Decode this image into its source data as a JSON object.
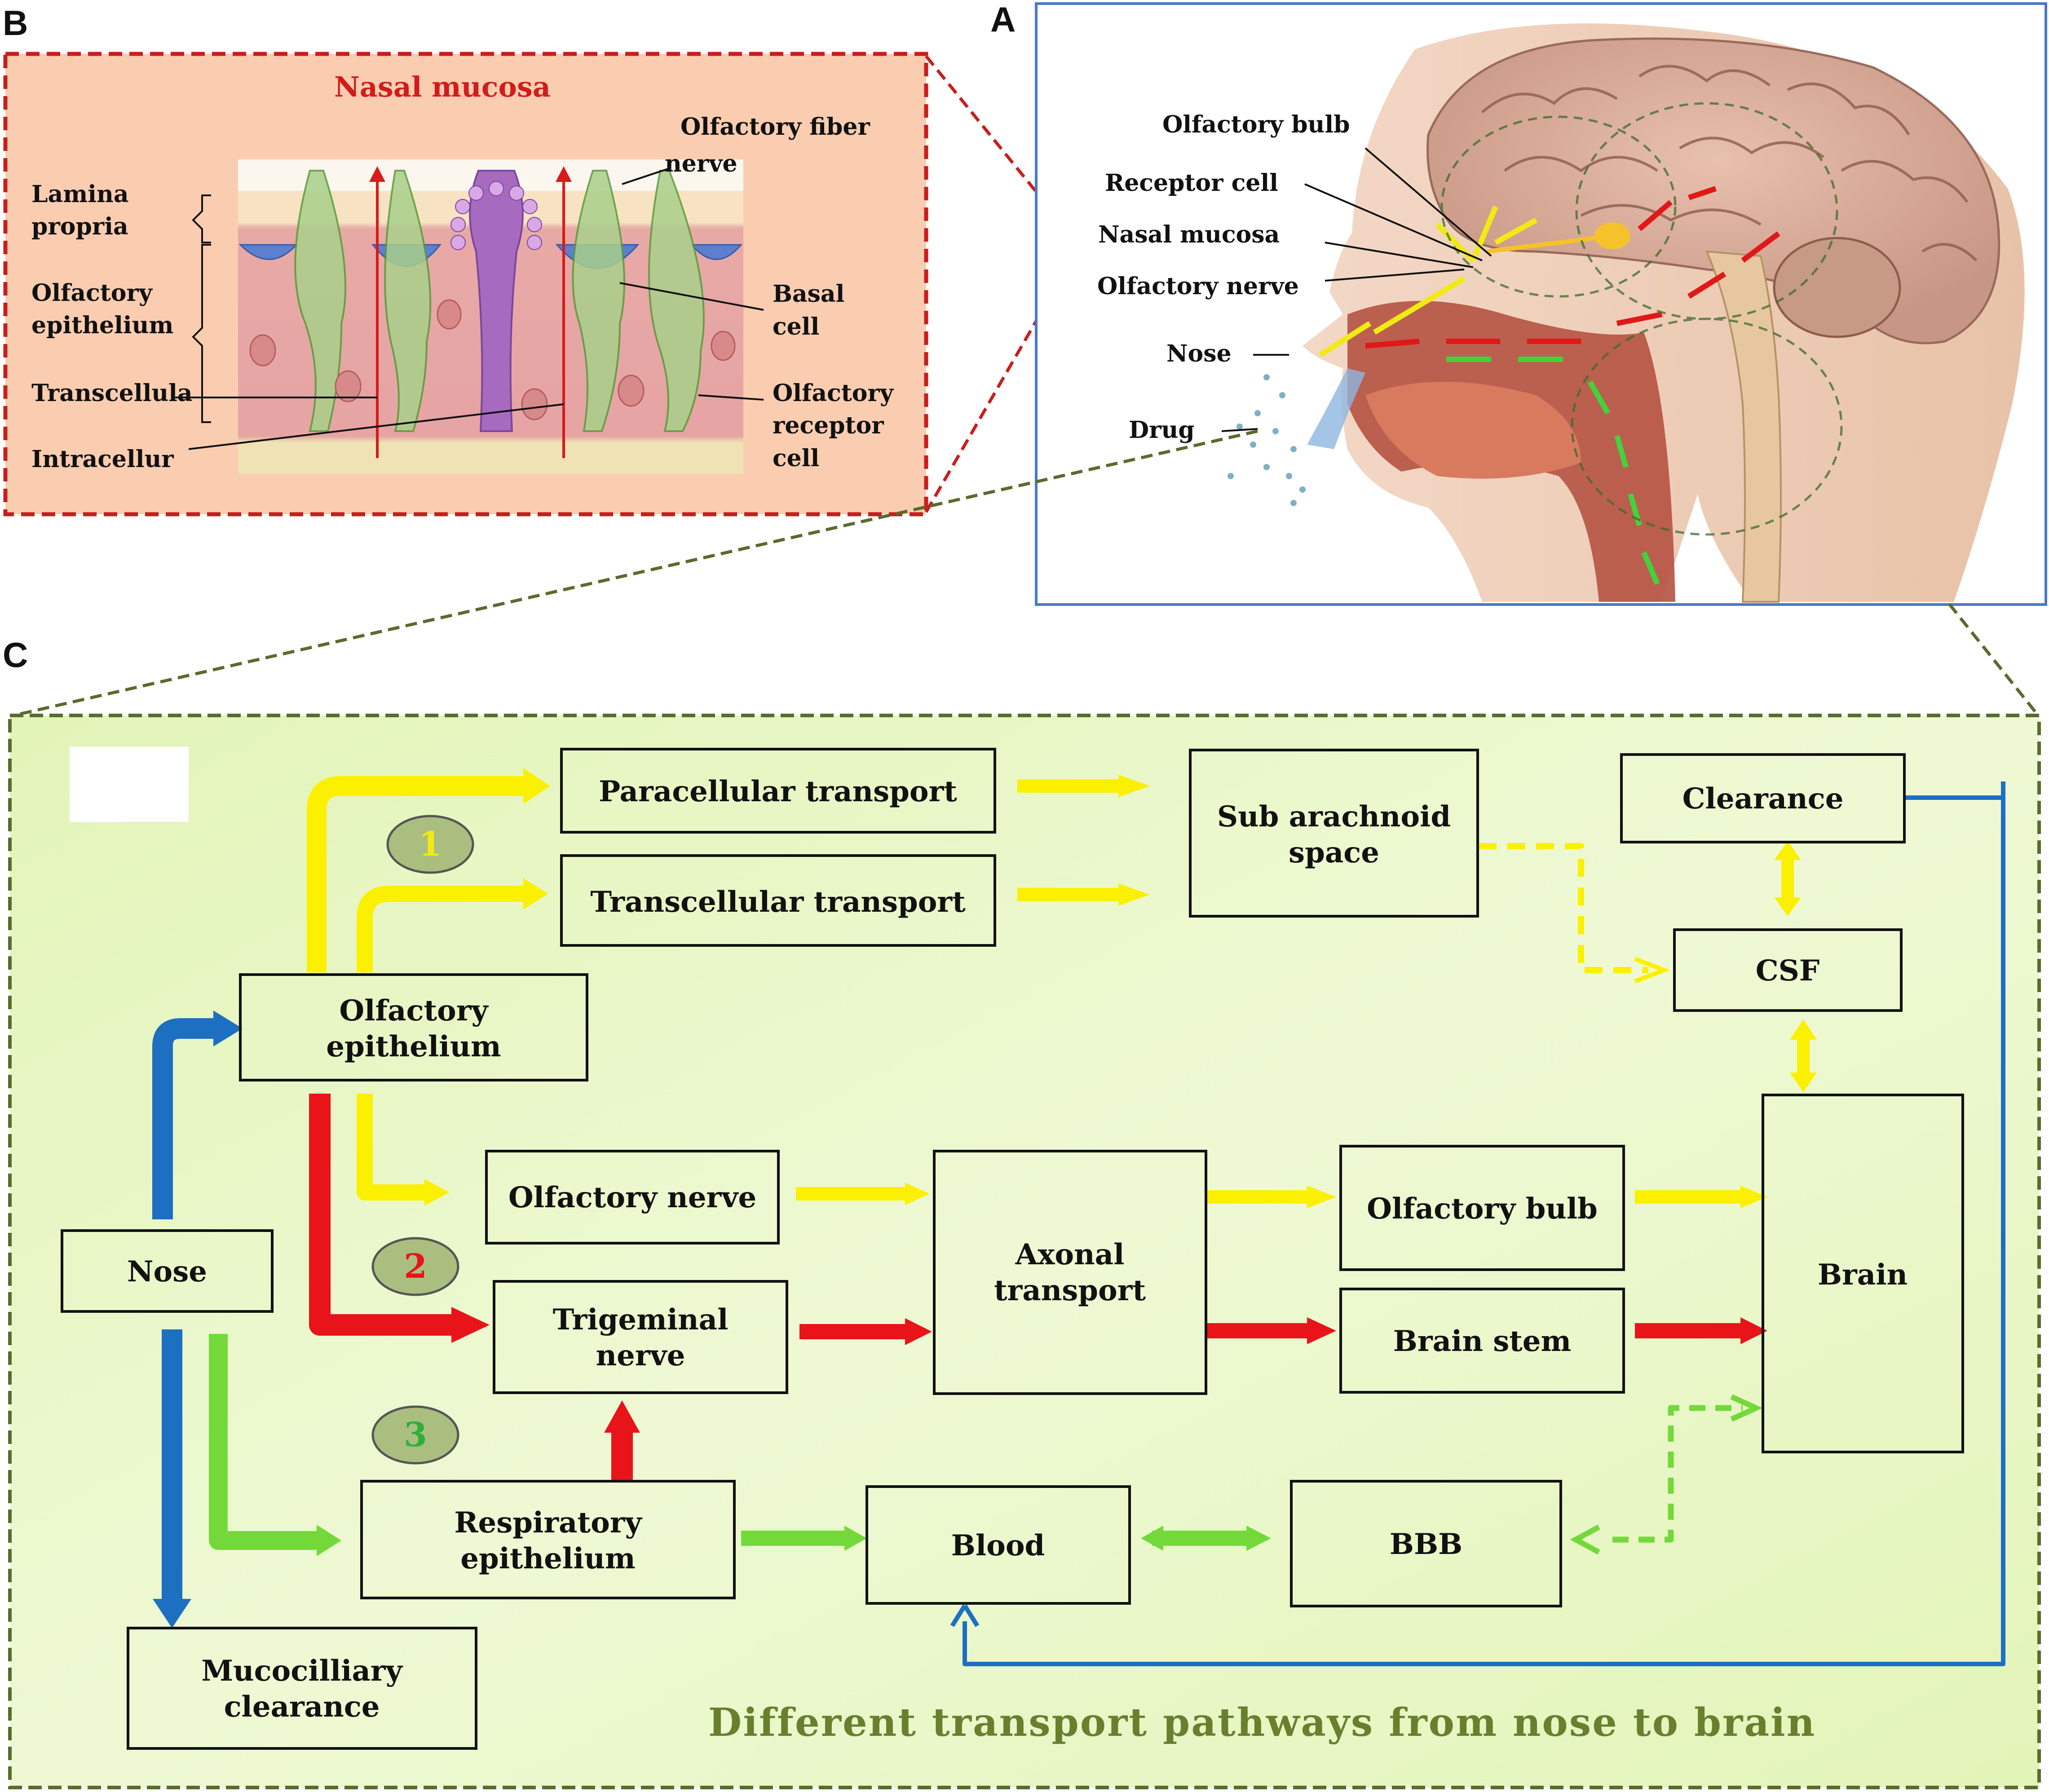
{
  "panels": {
    "a_letter": "A",
    "b_letter": "B",
    "c_letter": "C"
  },
  "panel_b": {
    "title": "Nasal mucosa",
    "labels": {
      "olfactory_fiber": "Olfactory fiber",
      "nerve": "nerve",
      "lamina_1": "Lamina",
      "lamina_2": "propria",
      "epith_1": "Olfactory",
      "epith_2": "epithelium",
      "transcellula": "Transcellula",
      "intracellur": "Intracellur",
      "basal_1": "Basal",
      "basal_2": "cell",
      "receptor_1": "Olfactory",
      "receptor_2": "receptor",
      "receptor_3": "cell"
    }
  },
  "panel_a": {
    "labels": {
      "olfactory_bulb": "Olfactory bulb",
      "receptor_cell": "Receptor cell",
      "nasal_mucosa": "Nasal mucosa",
      "olfactory_nerve": "Olfactory nerve",
      "nose": "Nose",
      "drug": "Drug"
    }
  },
  "flow": {
    "nodes": {
      "paracellular": "Paracellular transport",
      "transcellular": "Transcellular transport",
      "subarachnoid_1": "Sub arachnoid",
      "subarachnoid_2": "space",
      "clearance": "Clearance",
      "csf": "CSF",
      "olf_epi_1": "Olfactory",
      "olf_epi_2": "epithelium",
      "olf_nerve": "Olfactory nerve",
      "axonal_1": "Axonal",
      "axonal_2": "transport",
      "olf_bulb": "Olfactory bulb",
      "brain": "Brain",
      "nose": "Nose",
      "trig_1": "Trigeminal",
      "trig_2": "nerve",
      "brain_stem": "Brain stem",
      "resp_1": "Respiratory",
      "resp_2": "epithelium",
      "blood": "Blood",
      "bbb": "BBB",
      "muco_1": "Mucocilliary",
      "muco_2": "clearance"
    },
    "pathway_numbers": [
      "1",
      "2",
      "3"
    ],
    "footer": "Different transport pathways from nose to brain"
  },
  "colors": {
    "yellow": "#fbf000",
    "red": "#e8141a",
    "green": "#73d93a",
    "blue": "#1d6fc2",
    "panel_b_bg": "#fbcdb0",
    "panel_b_border": "#c81e1e",
    "panel_c_bg": "#e6f7c4",
    "panel_c_border": "#5a6b2e",
    "footer_text": "#6a7f2e",
    "badge_fill": "#aabe80"
  }
}
